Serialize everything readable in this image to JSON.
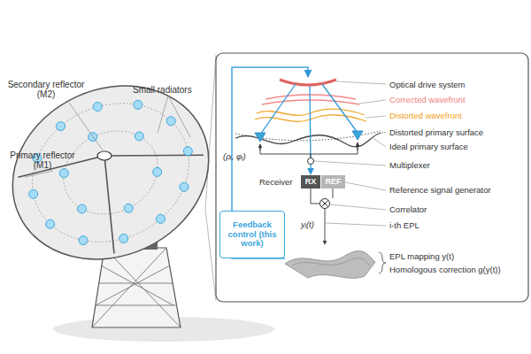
{
  "diagram": {
    "nodes": [
      {
        "text": [
          "RX"
        ]
      },
      {
        "text": [
          "REF"
        ]
      },
      {
        "text": [
          "Feedback control (this work)"
        ]
      }
    ],
    "labels": [
      "Secondary reflector (M2)",
      "Small radiators",
      "Primary reflector (M1)",
      "Optical drive system",
      "Corrected wavefront",
      "Distorted wavefront",
      "Distorted primary surface",
      "Ideal primary surface",
      "(ρᵢ, φᵢ)",
      "Multiplexer",
      "Receiver",
      "Reference signal generator",
      "Correlator",
      "yᵢ(t)",
      "i-th EPL",
      "EPL mapping y(t)",
      "Homologous correction g(y(t))"
    ]
  }
}
